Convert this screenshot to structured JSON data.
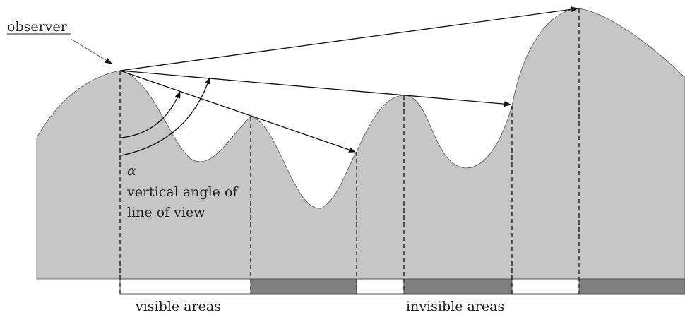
{
  "labels": {
    "observer": "observer",
    "alpha": "α",
    "angle_line1": "vertical angle of",
    "angle_line2": "line of view",
    "visible_areas": "visible areas",
    "invisible_areas": "invisible areas"
  },
  "colors": {
    "terrain": "#c6c6c6",
    "invisible_bar": "#808080",
    "visible_bar": "#ffffff",
    "line": "#111111"
  }
}
